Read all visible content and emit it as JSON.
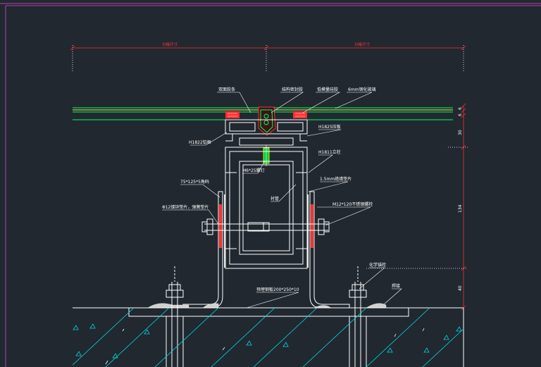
{
  "colors": {
    "background": "#212830",
    "frame": "#b53fb5",
    "dimension": "#ff2a2a",
    "profile": "#ffffff",
    "glass": "#00ff66",
    "glass_yellow": "#f2f24a",
    "gasket": "#ff3030",
    "concrete_hatch": "#00d8e0",
    "anchor_bolt": "#e0e0e0"
  },
  "dimensions": {
    "top_left": "分格尺寸",
    "top_right": "分格尺寸",
    "right_side": [
      "6",
      "6",
      "30",
      "134",
      "40"
    ]
  },
  "labels": {
    "l1": "双面胶条",
    "l2": "结构密封胶",
    "l3": "低模量硅胶",
    "l4": "6mm钢化玻璃",
    "l5": "H1822铝框",
    "l6": "H1825压板",
    "l7": "H1811立柱",
    "l8": "M6*25螺钉",
    "l9": "75*125*5角码",
    "l10": "1.5mm绝缘垫片",
    "l11": "衬管",
    "l12": "Φ12镀锌垫片，弹簧垫片",
    "l13": "M12*120不锈钢螺栓",
    "l14": "化学锚栓",
    "l15": "焊接",
    "l16": "预埋钢板200*250*10"
  }
}
